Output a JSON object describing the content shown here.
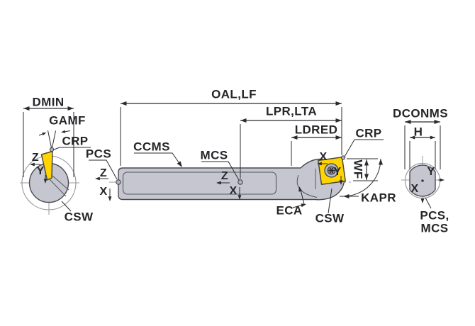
{
  "diagram": {
    "type": "cutting-tool-dimension-drawing",
    "description": "Boring bar with screw-clamped insert, three views with dimension codes",
    "labels": {
      "dmin": "DMIN",
      "gamf": "GAMF",
      "crp_front": "CRP",
      "z_front": "Z",
      "y_front": "Y",
      "csw_front": "CSW",
      "pcs": "PCS",
      "z_pcs": "Z",
      "x_pcs": "X",
      "ccms": "CCMS",
      "mcs": "MCS",
      "z_mcs": "Z",
      "x_mcs": "X",
      "oal_lf": "OAL,LF",
      "lpr_lta": "LPR,LTA",
      "ldred": "LDRED",
      "crp_head": "CRP",
      "x_insert": "X",
      "y_insert": "Y",
      "wf": "WF",
      "kapr": "KAPR",
      "eca": "ECA",
      "csw_head": "CSW",
      "dconms": "DCONMS",
      "h": "H",
      "y_end": "Y",
      "x_end": "X",
      "pcs_mcs_l1": "PCS,",
      "pcs_mcs_l2": "MCS"
    },
    "colors": {
      "background": "#ffffff",
      "body_fill": "#c6c6d0",
      "body_stroke": "#4a4a52",
      "insert_fill": "#ffd400",
      "dimension_line": "#2b2b2e",
      "centerline": "#9a9aa2"
    }
  }
}
